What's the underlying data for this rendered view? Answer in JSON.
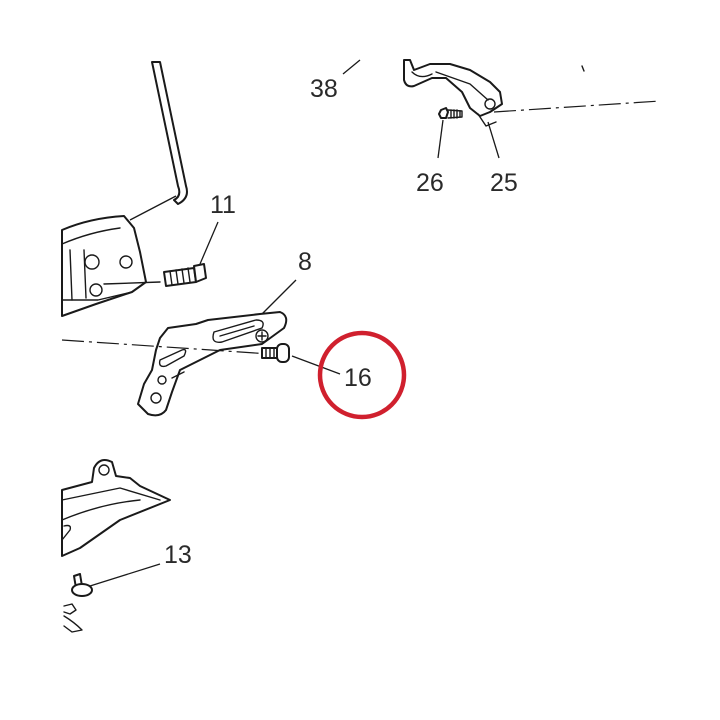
{
  "callouts": {
    "c38": "38",
    "c26": "26",
    "c25": "25",
    "c11": "11",
    "c8": "8",
    "c16": "16",
    "c13": "13"
  },
  "highlight": {
    "target": "16",
    "color": "#d0202e"
  }
}
